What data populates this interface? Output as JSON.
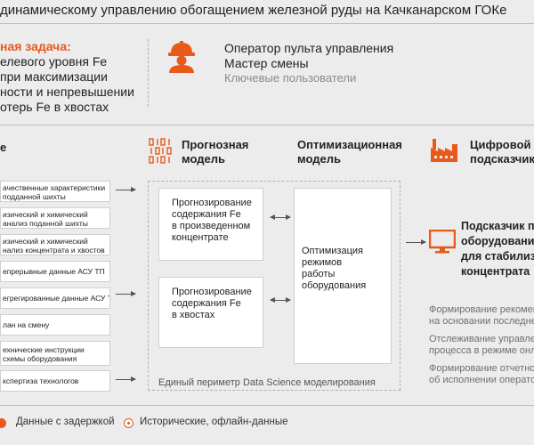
{
  "header": {
    "title": "динамическому управлению обогащением железной руды на Качканарском ГОКе"
  },
  "task": {
    "title": "ная задача:",
    "lines": [
      "елевого уровня Fe",
      "при максимизации",
      "ности и непревышении",
      "отерь Fe в хвостах"
    ]
  },
  "users": {
    "icon": "worker-helmet-icon",
    "items": [
      "Оператор пульта управления",
      "Мастер смены"
    ],
    "caption": "Ключевые пользователи"
  },
  "columns": {
    "inputs_header": "е",
    "forecast_header": [
      "Прогнозная",
      "модель"
    ],
    "optimization_header": [
      "Оптимизационная",
      "модель"
    ],
    "advisor_header": [
      "Цифровой",
      "подсказчик"
    ]
  },
  "inputs": [
    {
      "lines": [
        "ачественные характеристики",
        "подданной шихты"
      ]
    },
    {
      "lines": [
        "изический и химический",
        "анализ поданной шихты"
      ]
    },
    {
      "lines": [
        "изический и химический",
        "нализ концентрата и хвостов"
      ]
    },
    {
      "lines": [
        "епрерывные данные АСУ ТП"
      ]
    },
    {
      "lines": [
        "егрегированные данные АСУ ТП"
      ]
    },
    {
      "lines": [
        "лан на смену"
      ]
    },
    {
      "lines": [
        "ехнические инструкции",
        "схемы оборудования"
      ]
    },
    {
      "lines": [
        "кспертиза технологов"
      ]
    }
  ],
  "forecast": {
    "box1": [
      "Прогнозирование",
      "содержания Fe",
      "в произведенном",
      "концентрате"
    ],
    "box2": [
      "Прогнозирование",
      "содержания Fe",
      "в хвостах"
    ]
  },
  "optimization": {
    "box": [
      "Оптимизация",
      "режимов",
      "работы",
      "оборудования"
    ]
  },
  "perimeter_label": "Единый периметр Data Science моделирования",
  "advisor": {
    "title": [
      "Подсказчик п",
      "оборудовании",
      "для стабилиз",
      "концентрата"
    ],
    "features": [
      [
        "Формирование рекоменда",
        "на основании последней а"
      ],
      [
        "Отслеживание управлени",
        "процесса в режиме онлай"
      ],
      [
        "Формирование отчетност",
        "об исполнении оператором"
      ]
    ]
  },
  "legend": {
    "delayed": "Данные с задержкой",
    "historical": "Исторические, офлайн-данные"
  },
  "colors": {
    "accent": "#e8591a",
    "background": "#ececec",
    "box_border": "#cfcfcf",
    "muted_text": "#8a8a8a"
  }
}
